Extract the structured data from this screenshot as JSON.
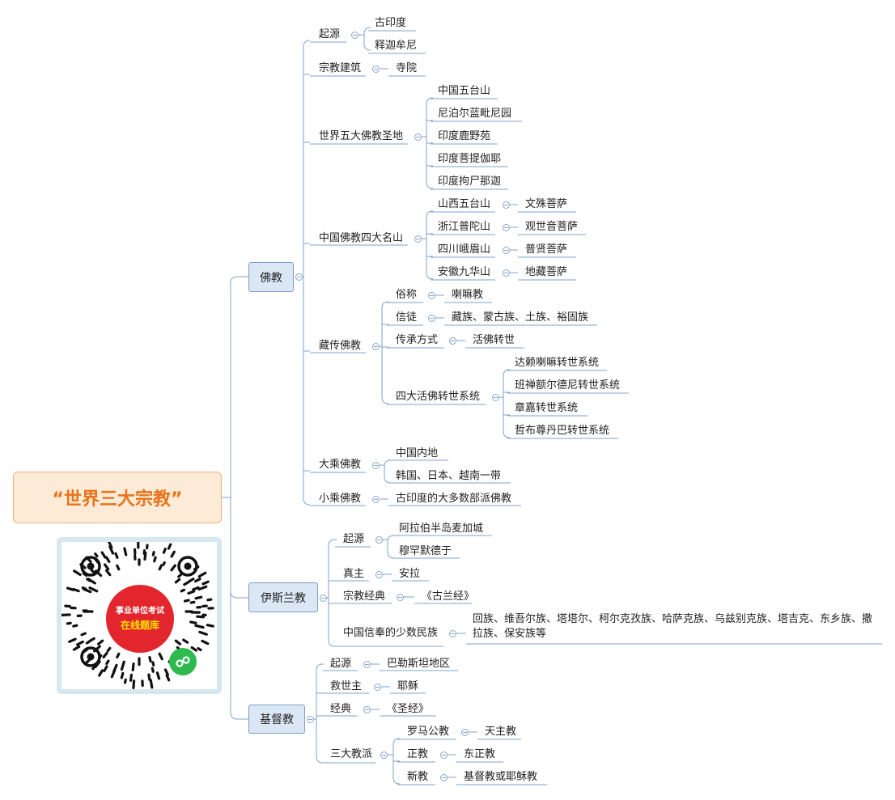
{
  "root": {
    "title": "“世界三大宗教”"
  },
  "qr": {
    "line1": "事业单位考试",
    "line2": "在线题库",
    "mini_icon": "wechat-mini-program-icon"
  },
  "branches": [
    {
      "label": "佛教",
      "children": [
        {
          "label": "起源",
          "children": [
            {
              "label": "古印度"
            },
            {
              "label": "释迦牟尼"
            }
          ]
        },
        {
          "label": "宗教建筑",
          "children": [
            {
              "label": "寺院"
            }
          ]
        },
        {
          "label": "世界五大佛教圣地",
          "children": [
            {
              "label": "中国五台山"
            },
            {
              "label": "尼泊尔蓝毗尼园"
            },
            {
              "label": "印度鹿野苑"
            },
            {
              "label": "印度菩提伽耶"
            },
            {
              "label": "印度拘尸那迦"
            }
          ]
        },
        {
          "label": "中国佛教四大名山",
          "children": [
            {
              "label": "山西五台山",
              "children": [
                {
                  "label": "文殊菩萨"
                }
              ]
            },
            {
              "label": "浙江普陀山",
              "children": [
                {
                  "label": "观世音菩萨"
                }
              ]
            },
            {
              "label": "四川峨眉山",
              "children": [
                {
                  "label": "普贤菩萨"
                }
              ]
            },
            {
              "label": "安徽九华山",
              "children": [
                {
                  "label": "地藏菩萨"
                }
              ]
            }
          ]
        },
        {
          "label": "藏传佛教",
          "children": [
            {
              "label": "俗称",
              "children": [
                {
                  "label": "喇嘛教"
                }
              ]
            },
            {
              "label": "信徒",
              "children": [
                {
                  "label": "藏族、蒙古族、土族、裕固族"
                }
              ]
            },
            {
              "label": "传承方式",
              "children": [
                {
                  "label": "活佛转世"
                }
              ]
            },
            {
              "label": "四大活佛转世系统",
              "children": [
                {
                  "label": "达赖喇嘛转世系统"
                },
                {
                  "label": "班禅额尔德尼转世系统"
                },
                {
                  "label": "章嘉转世系统"
                },
                {
                  "label": "哲布尊丹巴转世系统"
                }
              ]
            }
          ]
        },
        {
          "label": "大乘佛教",
          "children": [
            {
              "label": "中国内地"
            },
            {
              "label": "韩国、日本、越南一带"
            }
          ]
        },
        {
          "label": "小乘佛教",
          "children": [
            {
              "label": "古印度的大多数部派佛教"
            }
          ]
        }
      ]
    },
    {
      "label": "伊斯兰教",
      "children": [
        {
          "label": "起源",
          "children": [
            {
              "label": "阿拉伯半岛麦加城"
            },
            {
              "label": "穆罕默德于"
            }
          ]
        },
        {
          "label": "真主",
          "children": [
            {
              "label": "安拉"
            }
          ]
        },
        {
          "label": "宗教经典",
          "children": [
            {
              "label": "《古兰经》"
            }
          ]
        },
        {
          "label": "中国信奉的少数民族",
          "children": [
            {
              "label": "回族、维吾尔族、塔塔尔、柯尔克孜族、哈萨克族、乌兹别克族、塔吉克、东乡族、撒拉族、保安族等"
            }
          ]
        }
      ]
    },
    {
      "label": "基督教",
      "children": [
        {
          "label": "起源",
          "children": [
            {
              "label": "巴勒斯坦地区"
            }
          ]
        },
        {
          "label": "救世主",
          "children": [
            {
              "label": "耶稣"
            }
          ]
        },
        {
          "label": "经典",
          "children": [
            {
              "label": "《圣经》"
            }
          ]
        },
        {
          "label": "三大教派",
          "children": [
            {
              "label": "罗马公教",
              "children": [
                {
                  "label": "天主教"
                }
              ]
            },
            {
              "label": "正教",
              "children": [
                {
                  "label": "东正教"
                }
              ]
            },
            {
              "label": "新教",
              "children": [
                {
                  "label": "基督教或耶稣教"
                }
              ]
            }
          ]
        }
      ]
    }
  ]
}
